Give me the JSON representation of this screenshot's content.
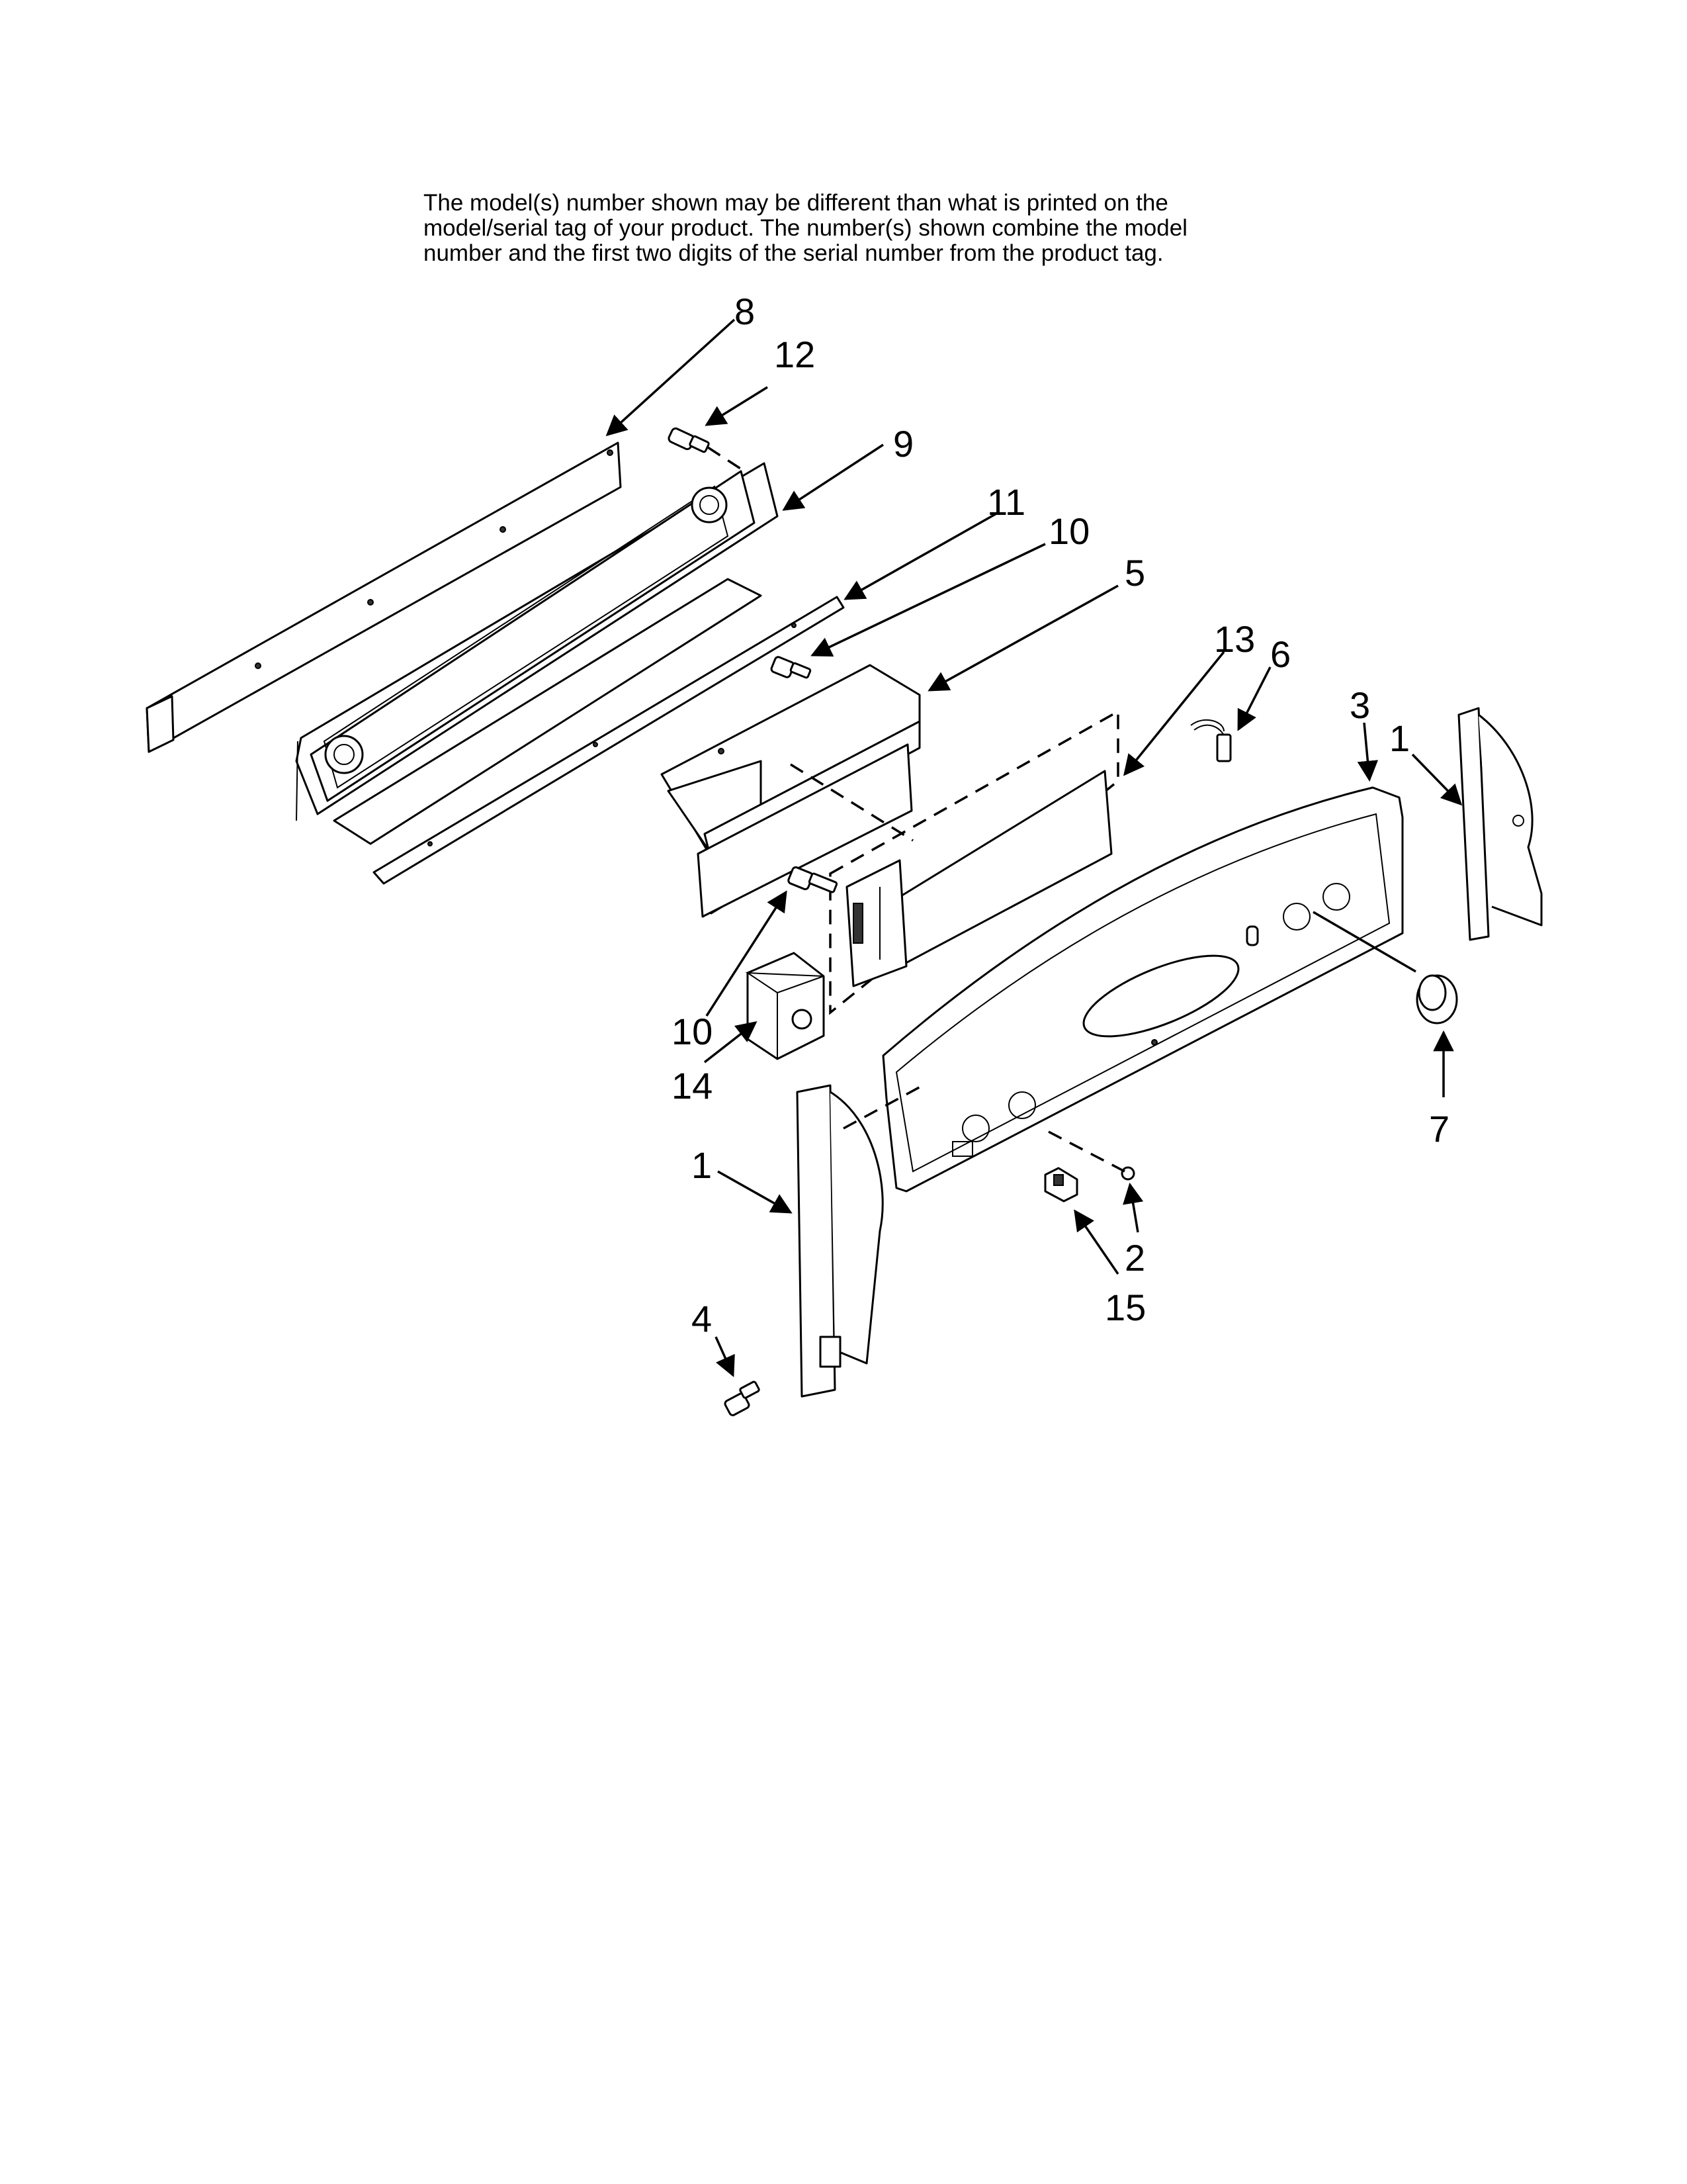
{
  "notice": {
    "line1": "The model(s) number shown may be different than what is printed on the",
    "line2": "model/serial tag of your product. The number(s) shown combine the model",
    "line3": "number and the first two digits of the serial number from the product tag."
  },
  "callouts": {
    "c8": "8",
    "c12": "12",
    "c9": "9",
    "c11": "11",
    "c10_upper": "10",
    "c5": "5",
    "c13": "13",
    "c6": "6",
    "c3": "3",
    "c1_right": "1",
    "c10_lower": "10",
    "c14": "14",
    "c1_left": "1",
    "c7": "7",
    "c2": "2",
    "c15": "15",
    "c4": "4"
  }
}
